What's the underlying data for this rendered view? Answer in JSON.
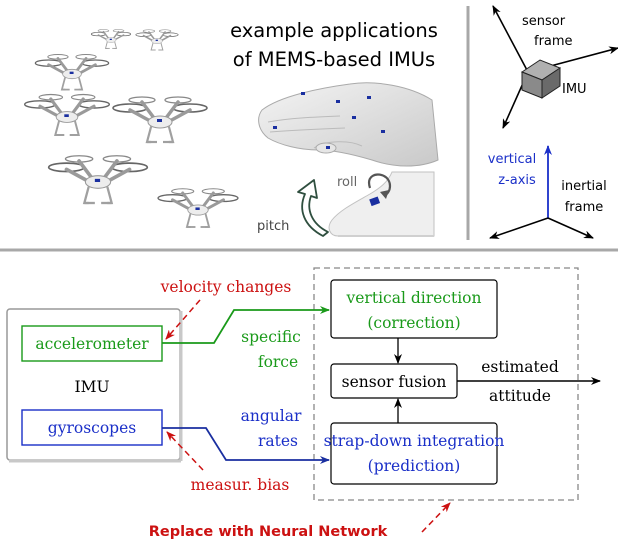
{
  "top": {
    "title_line1": "example applications",
    "title_line2": "of MEMS-based IMUs",
    "roll_label": "roll",
    "pitch_label": "pitch",
    "sensor_frame_line1": "sensor",
    "sensor_frame_line2": "frame",
    "imu_small_label": "IMU",
    "vertical_line1": "vertical",
    "vertical_line2": "z-axis",
    "inertial_line1": "inertial",
    "inertial_line2": "frame"
  },
  "bottom": {
    "velocity_changes": "velocity changes",
    "measur_bias": "measur. bias",
    "imu_label": "IMU",
    "accelerometer": "accelerometer",
    "gyroscopes": "gyroscopes",
    "specific_line1": "specific",
    "specific_line2": "force",
    "angular_line1": "angular",
    "angular_line2": "rates",
    "vertical_direction_line1": "vertical direction",
    "vertical_direction_line2": "(correction)",
    "sensor_fusion": "sensor fusion",
    "strapdown_line1": "strap-down integration",
    "strapdown_line2": "(prediction)",
    "estimated_line1": "estimated",
    "estimated_line2": "attitude",
    "replace_nn": "Replace with Neural Network"
  },
  "colors": {
    "green": "#1a9a1a",
    "blue": "#1a2fc8",
    "red": "#cc1111",
    "navy": "#1a2fa0",
    "gray": "#a8a8a8"
  },
  "icons": [
    "drone-icon",
    "hand-icon",
    "foot-icon",
    "imu-box-icon",
    "roll-arrow-icon",
    "pitch-arrow-icon"
  ]
}
